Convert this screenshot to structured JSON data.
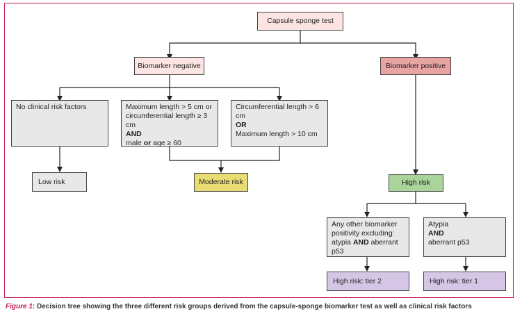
{
  "nodes": {
    "root": "Capsule sponge test",
    "neg": "Biomarker negative",
    "pos": "Biomarker positive",
    "no_clin": "No clinical risk factors",
    "max_len": {
      "l1": "Maximum length > 5 cm or",
      "l2": "circumferential length ≥ 3 cm",
      "and": "AND",
      "l3a": "male ",
      "l3or": "or",
      "l3b": " age ≥ 60"
    },
    "circ": {
      "l1": "Circumferential length > 6 cm",
      "or": "OR",
      "l2": "Maximum length > 10 cm"
    },
    "low": "Low risk",
    "moderate": "Moderate risk",
    "high": "High risk",
    "other": {
      "l1": "Any other biomarker",
      "l2": "positivity excluding:",
      "l3a": "atypia ",
      "and": "AND",
      "l3b": " aberrant p53"
    },
    "atypia": {
      "l1": "Atypia",
      "and": "AND",
      "l2": "aberrant p53"
    },
    "tier2": "High risk: tier 2",
    "tier1": "High risk: tier 1"
  },
  "caption": {
    "label": "Figure 1",
    "text": ": Decision tree showing the three different risk groups derived from the capsule-sponge biomarker test as well as clinical risk factors"
  },
  "colors": {
    "border": "#c2185b",
    "pink": "#fbe4e1",
    "red": "#e8a3a3",
    "grey": "#e8e8e8",
    "yellow": "#e9dc72",
    "green": "#a9d49a",
    "purple": "#d5c6e5"
  }
}
